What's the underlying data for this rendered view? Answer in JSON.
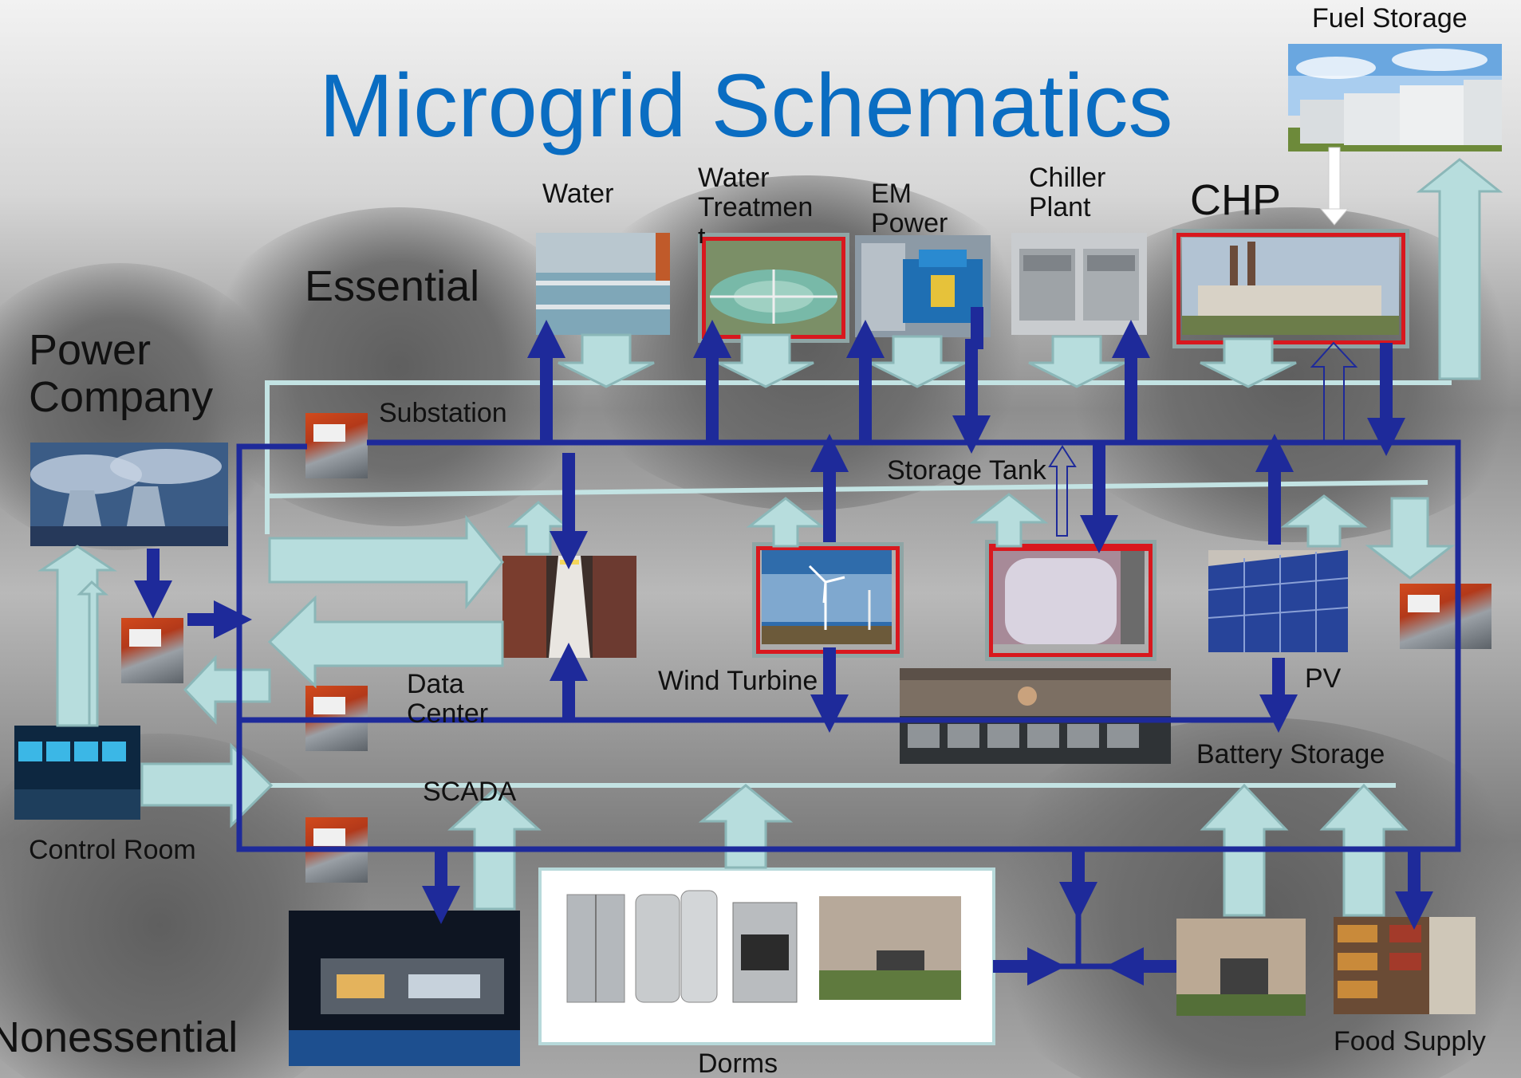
{
  "title": "Microgrid Schematics",
  "labels": {
    "fuel_storage": "Fuel Storage",
    "essential": "Essential",
    "power_company": "Power\nCompany",
    "substation": "Substation",
    "water": "Water",
    "water_treatment": "Water\nTreatmen\nt",
    "em_power": "EM\nPower",
    "chiller_plant": "Chiller\nPlant",
    "chp": "CHP",
    "storage_tank": "Storage Tank",
    "data_center": "Data\nCenter",
    "wind_turbine": "Wind Turbine",
    "pv": "PV",
    "battery_storage": "Battery Storage",
    "scada": "SCADA",
    "control_room": "Control Room",
    "nonessential": "Nonessential",
    "dorms": "Dorms",
    "food_supply": "Food Supply"
  },
  "colors": {
    "title": "#0a6dc2",
    "power_line": "#1e2a9a",
    "data_arrow": "#b7dddd",
    "data_arrow_stroke": "#8bb7b8",
    "highlight": "#d8181e"
  }
}
